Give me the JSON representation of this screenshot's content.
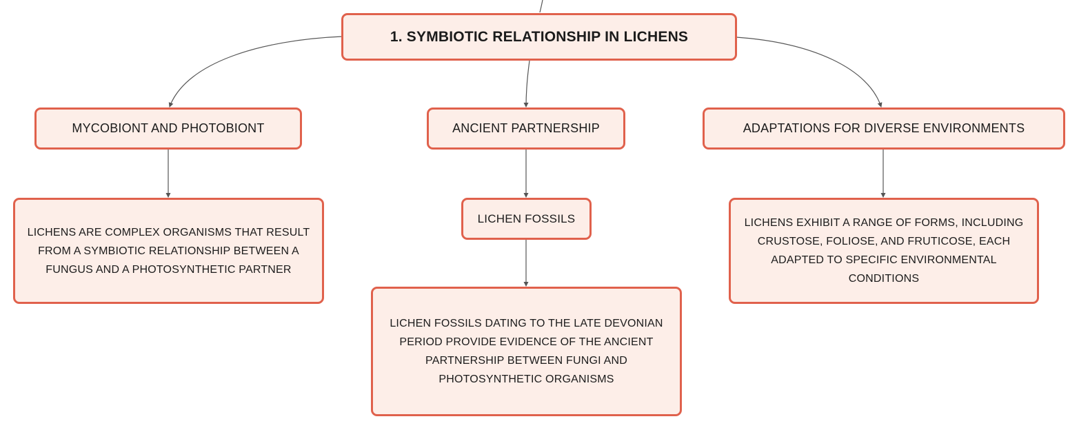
{
  "colors": {
    "node_fill": "#fdeee8",
    "node_border": "#e0614c",
    "connector": "#555555",
    "text": "#1b1b1b"
  },
  "root": {
    "label": "1. SYMBIOTIC RELATIONSHIP IN LICHENS"
  },
  "topics": [
    {
      "label": "MYCOBIONT AND PHOTOBIONT",
      "detail": "LICHENS ARE COMPLEX ORGANISMS THAT RESULT FROM A SYMBIOTIC RELATIONSHIP BETWEEN A FUNGUS AND A PHOTOSYNTHETIC PARTNER"
    },
    {
      "label": "ANCIENT PARTNERSHIP",
      "subtopic": "LICHEN FOSSILS",
      "detail": "LICHEN FOSSILS DATING TO THE LATE DEVONIAN PERIOD PROVIDE EVIDENCE OF THE ANCIENT PARTNERSHIP BETWEEN FUNGI AND PHOTOSYNTHETIC ORGANISMS"
    },
    {
      "label": "ADAPTATIONS FOR DIVERSE ENVIRONMENTS",
      "detail": "LICHENS EXHIBIT A RANGE OF FORMS, INCLUDING CRUSTOSE, FOLIOSE, AND FRUTICOSE, EACH ADAPTED TO SPECIFIC ENVIRONMENTAL CONDITIONS"
    }
  ]
}
